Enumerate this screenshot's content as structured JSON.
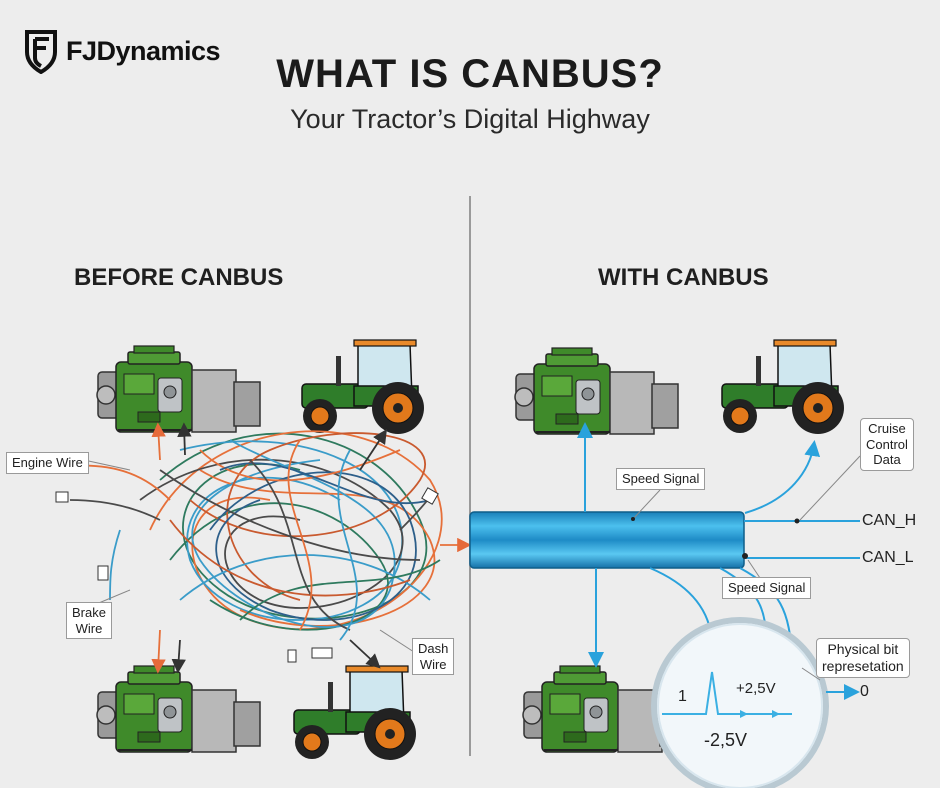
{
  "brand": {
    "name": "FJDynamics"
  },
  "header": {
    "title": "WHAT IS CANBUS?",
    "subtitle": "Your Tractor’s Digital Highway"
  },
  "left": {
    "title": "BEFORE CANBUS",
    "labels": {
      "engine_wire": "Engine Wire",
      "brake_wire": "Brake\nWire",
      "dash_wire": "Dash\nWire"
    }
  },
  "right": {
    "title": "WITH CANBUS",
    "labels": {
      "cruise": "Cruise\nControl\nData",
      "speed_signal_top": "Speed Signal",
      "speed_signal_bottom": "Speed Signal",
      "can_h": "CAN_H",
      "can_l": "CAN_L",
      "physical_bit": "Physical bit\nrepresetation",
      "arrow_zero": "0"
    },
    "signal": {
      "bit": "1",
      "plus": "+2,5V",
      "minus": "-2,5V"
    }
  },
  "colors": {
    "engine_green": "#3f8a2a",
    "tractor_green": "#2f7d2a",
    "wheel_orange": "#e2791b",
    "bus_blue": "#2a9fd6",
    "signal_blue": "#3bb0e3"
  }
}
